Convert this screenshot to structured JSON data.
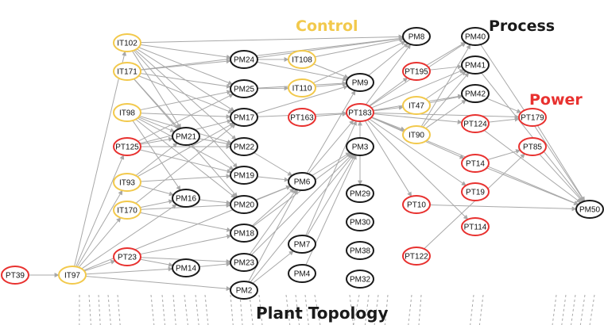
{
  "diagram": {
    "title": "Plant Topology",
    "legend": [
      {
        "key": "control",
        "label": "Control",
        "color": "#f2c94c"
      },
      {
        "key": "process",
        "label": "Process",
        "color": "#1a1a1a"
      },
      {
        "key": "power",
        "label": "Power",
        "color": "#e8312f"
      }
    ],
    "colors": {
      "edge": "#a8a8a8",
      "control": "#f2c94c",
      "process": "#1a1a1a",
      "power": "#e8312f",
      "node_fill": "#ffffff"
    },
    "nodes": [
      {
        "id": "PT39",
        "group": "power"
      },
      {
        "id": "IT97",
        "group": "control"
      },
      {
        "id": "IT102",
        "group": "control"
      },
      {
        "id": "IT171",
        "group": "control"
      },
      {
        "id": "IT98",
        "group": "control"
      },
      {
        "id": "PT125",
        "group": "power"
      },
      {
        "id": "IT93",
        "group": "control"
      },
      {
        "id": "IT170",
        "group": "control"
      },
      {
        "id": "PT23",
        "group": "power"
      },
      {
        "id": "PM21",
        "group": "process"
      },
      {
        "id": "PM16",
        "group": "process"
      },
      {
        "id": "PM14",
        "group": "process"
      },
      {
        "id": "PM24",
        "group": "process"
      },
      {
        "id": "PM25",
        "group": "process"
      },
      {
        "id": "PM17",
        "group": "process"
      },
      {
        "id": "PM22",
        "group": "process"
      },
      {
        "id": "PM19",
        "group": "process"
      },
      {
        "id": "PM20",
        "group": "process"
      },
      {
        "id": "PM18",
        "group": "process"
      },
      {
        "id": "PM23",
        "group": "process"
      },
      {
        "id": "PM2",
        "group": "process"
      },
      {
        "id": "IT108",
        "group": "control"
      },
      {
        "id": "IT110",
        "group": "control"
      },
      {
        "id": "PT163",
        "group": "power"
      },
      {
        "id": "PM6",
        "group": "process"
      },
      {
        "id": "PM7",
        "group": "process"
      },
      {
        "id": "PM4",
        "group": "process"
      },
      {
        "id": "PM9",
        "group": "process"
      },
      {
        "id": "PT183",
        "group": "power"
      },
      {
        "id": "PM3",
        "group": "process"
      },
      {
        "id": "PM29",
        "group": "process"
      },
      {
        "id": "PM30",
        "group": "process"
      },
      {
        "id": "PM38",
        "group": "process"
      },
      {
        "id": "PM32",
        "group": "process"
      },
      {
        "id": "PM8",
        "group": "process"
      },
      {
        "id": "PT195",
        "group": "power"
      },
      {
        "id": "IT47",
        "group": "control"
      },
      {
        "id": "IT90",
        "group": "control"
      },
      {
        "id": "PT10",
        "group": "power"
      },
      {
        "id": "PT122",
        "group": "power"
      },
      {
        "id": "PM40",
        "group": "process"
      },
      {
        "id": "PM41",
        "group": "process"
      },
      {
        "id": "PM42",
        "group": "process"
      },
      {
        "id": "PT124",
        "group": "power"
      },
      {
        "id": "PT14",
        "group": "power"
      },
      {
        "id": "PT19",
        "group": "power"
      },
      {
        "id": "PT114",
        "group": "power"
      },
      {
        "id": "PT179",
        "group": "power"
      },
      {
        "id": "PT85",
        "group": "power"
      },
      {
        "id": "PM50",
        "group": "process"
      }
    ],
    "edges": [
      [
        "PT39",
        "IT97"
      ],
      [
        "IT97",
        "PT125"
      ],
      [
        "IT97",
        "IT93"
      ],
      [
        "IT97",
        "IT170"
      ],
      [
        "IT97",
        "PT23"
      ],
      [
        "IT97",
        "IT102"
      ],
      [
        "IT97",
        "PM6"
      ],
      [
        "IT97",
        "PM2"
      ],
      [
        "IT97",
        "PM16"
      ],
      [
        "IT97",
        "PM14"
      ],
      [
        "IT102",
        "PM8"
      ],
      [
        "IT102",
        "PM24"
      ],
      [
        "IT102",
        "PM25"
      ],
      [
        "IT102",
        "PM17"
      ],
      [
        "IT102",
        "PM21"
      ],
      [
        "IT102",
        "PM22"
      ],
      [
        "IT102",
        "PM19"
      ],
      [
        "IT171",
        "PM24"
      ],
      [
        "IT171",
        "PM25"
      ],
      [
        "IT171",
        "PM17"
      ],
      [
        "IT171",
        "PM21"
      ],
      [
        "IT171",
        "PM8"
      ],
      [
        "IT171",
        "PM20"
      ],
      [
        "IT98",
        "PM21"
      ],
      [
        "IT98",
        "PM17"
      ],
      [
        "IT98",
        "PM22"
      ],
      [
        "IT98",
        "PM25"
      ],
      [
        "IT98",
        "PM19"
      ],
      [
        "IT98",
        "PM20"
      ],
      [
        "IT98",
        "PM16"
      ],
      [
        "PT125",
        "PM21"
      ],
      [
        "PT125",
        "PM22"
      ],
      [
        "PT125",
        "PM17"
      ],
      [
        "PT125",
        "PM19"
      ],
      [
        "PT125",
        "PM25"
      ],
      [
        "IT93",
        "PM16"
      ],
      [
        "IT93",
        "PM21"
      ],
      [
        "IT93",
        "PM17"
      ],
      [
        "IT93",
        "PM19"
      ],
      [
        "IT170",
        "PM16"
      ],
      [
        "IT170",
        "PM20"
      ],
      [
        "IT170",
        "PM17"
      ],
      [
        "IT170",
        "PM18"
      ],
      [
        "PT23",
        "PM14"
      ],
      [
        "PT23",
        "PM23"
      ],
      [
        "PT23",
        "PM18"
      ],
      [
        "PM21",
        "PM22"
      ],
      [
        "PM16",
        "PM20"
      ],
      [
        "PM14",
        "PM23"
      ],
      [
        "PM24",
        "PM8"
      ],
      [
        "PM24",
        "PM9"
      ],
      [
        "PM24",
        "IT108"
      ],
      [
        "PM25",
        "IT110"
      ],
      [
        "PM25",
        "PM9"
      ],
      [
        "PM17",
        "PM9"
      ],
      [
        "PM17",
        "PT183"
      ],
      [
        "PM22",
        "PM6"
      ],
      [
        "PM19",
        "PM6"
      ],
      [
        "PM20",
        "PM6"
      ],
      [
        "PM2",
        "PM6"
      ],
      [
        "PM2",
        "PM3"
      ],
      [
        "PM2",
        "PM7"
      ],
      [
        "PM23",
        "PM6"
      ],
      [
        "PM23",
        "PM3"
      ],
      [
        "PM18",
        "PM6"
      ],
      [
        "PM18",
        "PM3"
      ],
      [
        "IT108",
        "PM9"
      ],
      [
        "IT108",
        "PM8"
      ],
      [
        "IT110",
        "PM9"
      ],
      [
        "IT110",
        "PM8"
      ],
      [
        "PT163",
        "PT183"
      ],
      [
        "PM6",
        "PT183"
      ],
      [
        "PM6",
        "PM3"
      ],
      [
        "PM6",
        "PM9"
      ],
      [
        "PM7",
        "PM3"
      ],
      [
        "PM7",
        "PT183"
      ],
      [
        "PM4",
        "PM3"
      ],
      [
        "PM9",
        "PM8"
      ],
      [
        "PT183",
        "PM8"
      ],
      [
        "PT183",
        "PT195"
      ],
      [
        "PT183",
        "PM40"
      ],
      [
        "PT183",
        "PM41"
      ],
      [
        "PT183",
        "PM42"
      ],
      [
        "PT183",
        "IT47"
      ],
      [
        "PT183",
        "IT90"
      ],
      [
        "PT183",
        "PT124"
      ],
      [
        "PT183",
        "PT14"
      ],
      [
        "PT183",
        "PT19"
      ],
      [
        "PT183",
        "PT10"
      ],
      [
        "PT183",
        "PT114"
      ],
      [
        "PT183",
        "PM50"
      ],
      [
        "PT183",
        "PT179"
      ],
      [
        "PM3",
        "PM29"
      ],
      [
        "PM3",
        "PT183"
      ],
      [
        "PT195",
        "PM40"
      ],
      [
        "PT195",
        "PM41"
      ],
      [
        "IT47",
        "PM41"
      ],
      [
        "IT47",
        "PM42"
      ],
      [
        "IT90",
        "PM40"
      ],
      [
        "IT90",
        "PM41"
      ],
      [
        "IT90",
        "PM42"
      ],
      [
        "PT10",
        "PM50"
      ],
      [
        "PM40",
        "PM50"
      ],
      [
        "PM41",
        "PM50"
      ],
      [
        "PM42",
        "PT179"
      ],
      [
        "PT124",
        "PT179"
      ],
      [
        "PT124",
        "PM50"
      ],
      [
        "PT14",
        "PM50"
      ],
      [
        "PT179",
        "PM50"
      ],
      [
        "PT85",
        "PM50"
      ],
      [
        "PT14",
        "PT85"
      ],
      [
        "PT122",
        "PT85"
      ]
    ]
  }
}
